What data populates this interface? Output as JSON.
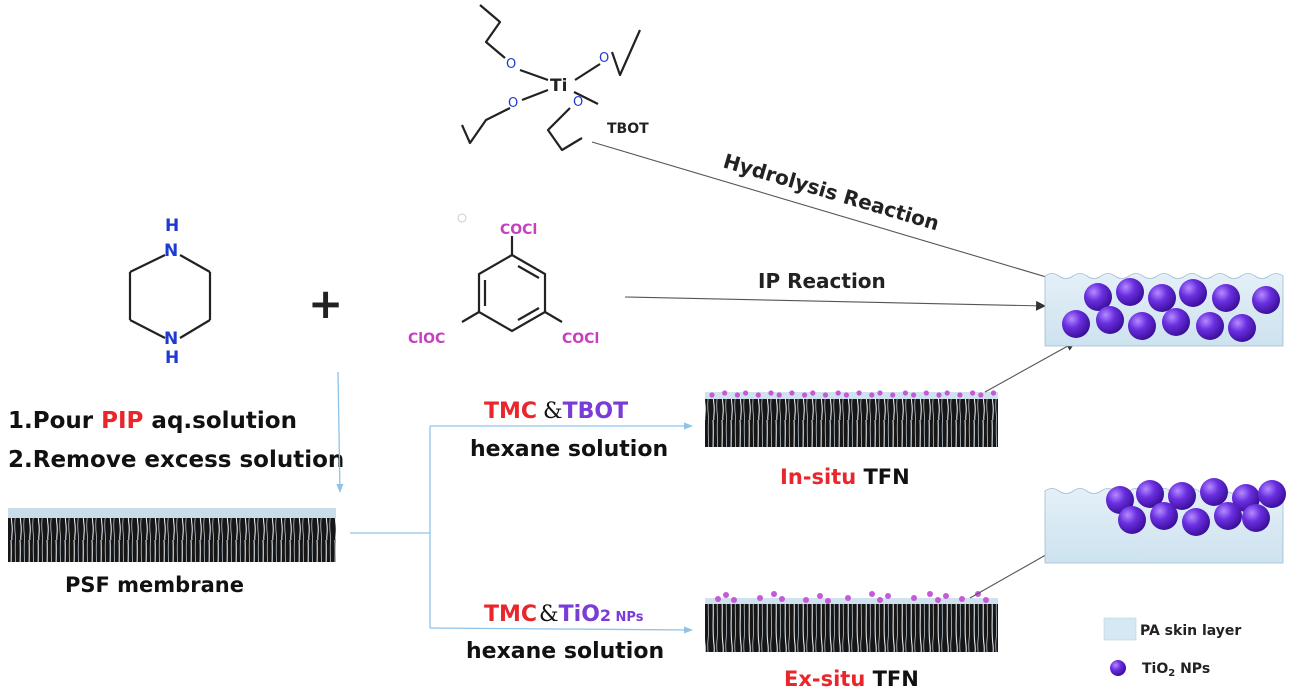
{
  "tbot_molecule": {
    "center_atom": "Ti",
    "oxygen_atom": "O",
    "label": "TBOT"
  },
  "tmc_molecule": {
    "substituent": "COCl",
    "substituent_left": "ClOC"
  },
  "pip_molecule": {
    "nitrogen_label": "N",
    "hydrogen_label": "H"
  },
  "plus_sign": "+",
  "reactions": {
    "hydrolysis": "Hydrolysis  Reaction",
    "ip": "IP  Reaction"
  },
  "steps": [
    {
      "number": "1.",
      "pre": "Pour ",
      "highlight": "PIP",
      "post": " aq.solution"
    },
    {
      "number": "2.",
      "text": "Remove excess solution"
    }
  ],
  "psf_label": "PSF membrane",
  "branches": {
    "in_situ": {
      "reagent_a": "TMC",
      "amp": "&",
      "reagent_b": "TBOT",
      "solvent": "hexane solution",
      "product_prefix": "In-situ",
      "product_suffix": " TFN"
    },
    "ex_situ": {
      "reagent_a": "TMC",
      "amp": "&",
      "reagent_b_main": "TiO",
      "reagent_b_sub": "2",
      "reagent_b_tail": " NPs",
      "solvent": "hexane solution",
      "product_prefix": "Ex-situ",
      "product_suffix": " TFN"
    }
  },
  "legend": [
    {
      "label": "PA skin layer",
      "swatch": "pa-skin"
    },
    {
      "label": "TiO",
      "sub": "2",
      "tail": " NPs",
      "swatch": "nanoparticle"
    }
  ],
  "colors": {
    "red_highlight": "#e8262c",
    "purple_highlight": "#7a3cd6",
    "molecule_blue": "#1e3ad0",
    "tmc_magenta": "#c63fbf",
    "pa_skin": "#d5e8f3",
    "nanoparticle": "#6a2fe0",
    "membrane_dark": "#1a1a1a",
    "arrow_blue": "#8fc3e8",
    "arrow_grey": "#444444"
  }
}
